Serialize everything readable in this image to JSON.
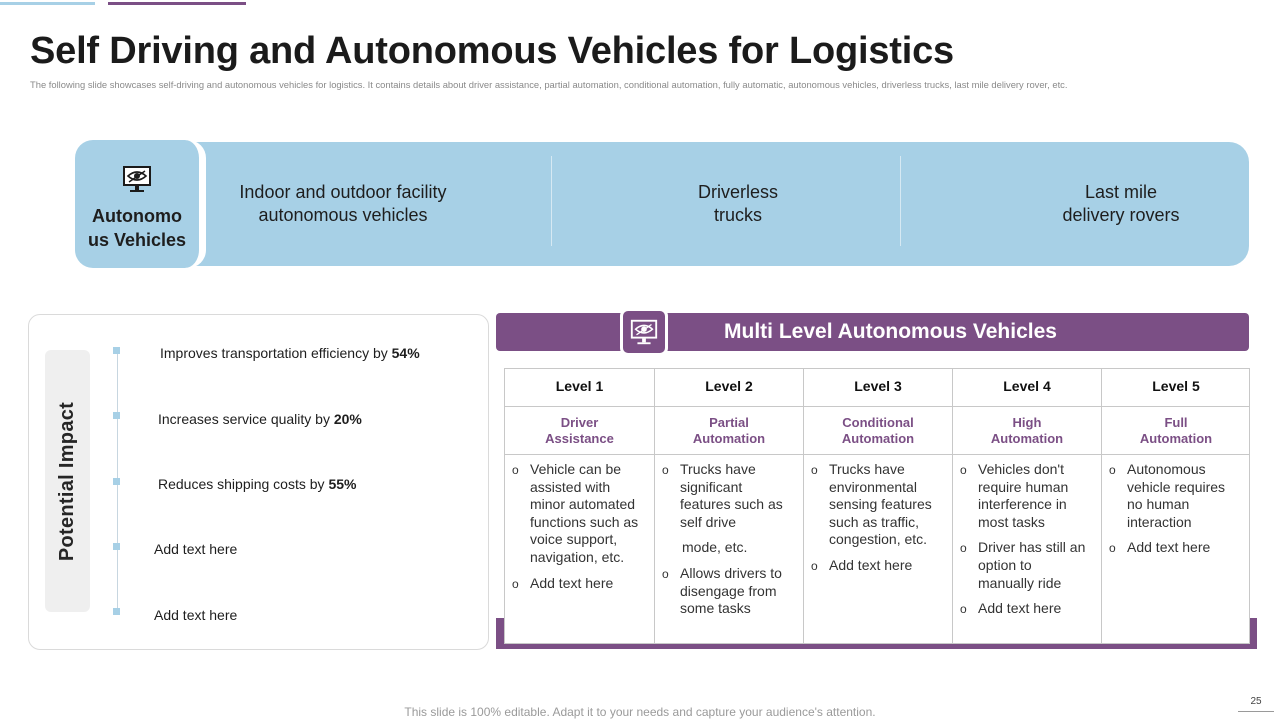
{
  "title": "Self Driving and Autonomous Vehicles for Logistics",
  "subtitle": "The following slide showcases self-driving and autonomous vehicles for logistics. It contains details about driver assistance, partial automation,  conditional automation,  fully automatic,  autonomous vehicles, driverless trucks, last mile delivery rover, etc.",
  "band": {
    "heading": "Autonomo\nus Vehicles",
    "icon": "monitor-eye-icon",
    "columns": [
      "Indoor and outdoor facility\nautonomous vehicles",
      "Driverless\ntrucks",
      "Last mile\ndelivery rovers"
    ]
  },
  "impact": {
    "label": "Potential Impact",
    "items": [
      {
        "text": "Improves transportation efficiency by ",
        "value": "54%"
      },
      {
        "text": "Increases service quality by ",
        "value": "20%"
      },
      {
        "text": "Reduces shipping costs by ",
        "value": "55%"
      },
      {
        "text": "Add text here",
        "value": ""
      },
      {
        "text": "Add text here",
        "value": ""
      }
    ]
  },
  "levels": {
    "title": "Multi Level Autonomous Vehicles",
    "icon": "monitor-eye-icon",
    "columns": [
      {
        "level": "Level 1",
        "name": "Driver\nAssistance",
        "items": [
          "Vehicle can be\nassisted with\nminor automated\nfunctions such as\nvoice support,\nnavigation, etc.",
          "Add text here"
        ]
      },
      {
        "level": "Level 2",
        "name": "Partial\nAutomation",
        "items": [
          "Trucks have\nsignificant\nfeatures such as\nself drive",
          "mode, etc.",
          "Allows drivers to\ndisengage from\nsome tasks"
        ]
      },
      {
        "level": "Level 3",
        "name": "Conditional\nAutomation",
        "items": [
          "Trucks have\nenvironmental\nsensing features\nsuch as traffic,\ncongestion, etc.",
          "Add text here"
        ]
      },
      {
        "level": "Level 4",
        "name": "High\nAutomation",
        "items": [
          "Vehicles don't\nrequire human\ninterference in\nmost tasks",
          "Driver has still an\noption to\nmanually ride",
          "Add text here"
        ]
      },
      {
        "level": "Level 5",
        "name": "Full\nAutomation",
        "items": [
          "Autonomous\nvehicle requires\nno human\ninteraction",
          "Add text here"
        ]
      }
    ]
  },
  "footer": "This slide is 100% editable. Adapt it to your needs and capture your audience's attention.",
  "page_number": "25",
  "colors": {
    "accent_blue": "#a7d0e6",
    "accent_purple": "#7b4f85"
  }
}
